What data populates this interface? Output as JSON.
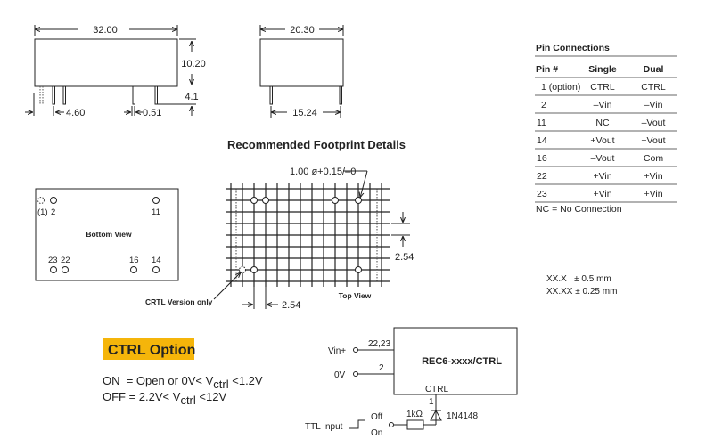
{
  "front_view": {
    "width": "32.00",
    "height": "10.20",
    "pin_length": "4.1",
    "pin_pitch": "4.60",
    "pin_dia": "0.51"
  },
  "side_view": {
    "width": "20.30",
    "pin_spacing": "15.24"
  },
  "pin_table": {
    "title": "Pin Connections",
    "headers": [
      "Pin #",
      "Single",
      "Dual"
    ],
    "rows": [
      [
        "1 (option)",
        "CTRL",
        "CTRL"
      ],
      [
        "2",
        "–Vin",
        "–Vin"
      ],
      [
        "11",
        "NC",
        "–Vout"
      ],
      [
        "14",
        "+Vout",
        "+Vout"
      ],
      [
        "16",
        "–Vout",
        "Com"
      ],
      [
        "22",
        "+Vin",
        "+Vin"
      ],
      [
        "23",
        "+Vin",
        "+Vin"
      ]
    ],
    "note": "NC = No Connection"
  },
  "bottom_view": {
    "title": "Bottom View",
    "pin1": "(1)",
    "pin2": "2",
    "pin11": "11",
    "pin23": "23",
    "pin22": "22",
    "pin16": "16",
    "pin14": "14"
  },
  "footprint": {
    "title": "Recommended Footprint Details",
    "hole": "1.00 ø+0.15/–0",
    "pitch_v": "2.54",
    "pitch_h": "2.54",
    "top_view": "Top View",
    "ctrl_note": "CRTL Version only"
  },
  "tolerances": [
    "XX.X   ± 0.5 mm",
    "XX.XX ± 0.25 mm"
  ],
  "ctrl_option": {
    "title": "CTRL Option",
    "highlight_color": "#f5b50a",
    "on_prefix": "ON  = Open or 0V< V",
    "on_sub": "ctrl",
    "on_suffix": " <1.2V",
    "off_prefix": "OFF = 2.2V< V",
    "off_sub": "ctrl",
    "off_suffix": " <12V"
  },
  "circuit": {
    "module": "REC6-xxxx/CTRL",
    "vin": "Vin+",
    "vin_pins": "22,23",
    "zero_v": "0V",
    "zero_pin": "2",
    "ctrl": "CTRL",
    "ctrl_pin": "1",
    "resistor": "1kΩ",
    "diode": "1N4148",
    "ttl": "TTL Input",
    "off": "Off",
    "on": "On"
  }
}
